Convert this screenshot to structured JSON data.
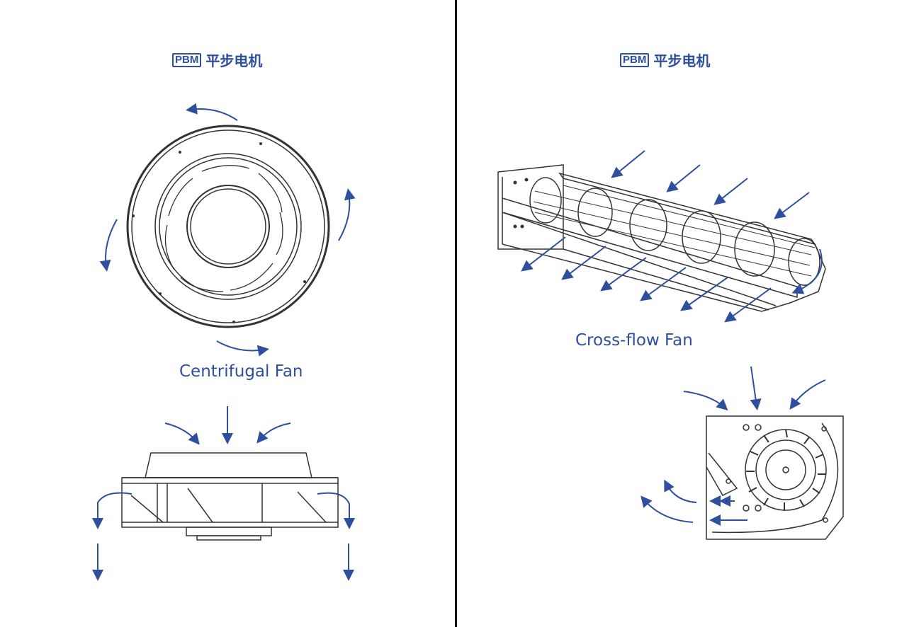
{
  "brand": {
    "badge": "PBM",
    "name_cn": "平步电机",
    "color": "#2e4f9e"
  },
  "left_panel": {
    "caption": "Centrifugal Fan"
  },
  "right_panel": {
    "caption": "Cross-flow Fan"
  },
  "colors": {
    "arrow": "#2e4f9e",
    "line": "#333333",
    "divider": "#111111"
  }
}
